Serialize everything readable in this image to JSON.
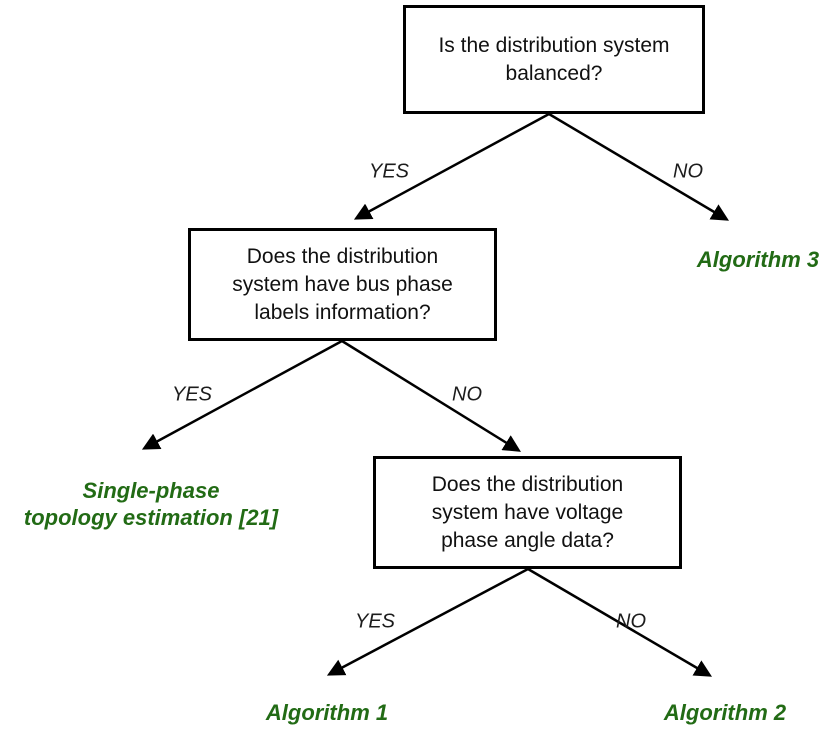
{
  "diagram": {
    "type": "decision-tree",
    "colors": {
      "line": "#000000",
      "box_border": "#000000",
      "box_text": "#111111",
      "edge_label": "#1c1c1c",
      "leaf": "#226b15",
      "background": "#ffffff"
    },
    "nodes": {
      "q1": {
        "lines": [
          "Is the distribution system",
          "balanced?"
        ]
      },
      "q2": {
        "lines": [
          "Does the distribution",
          "system have bus phase",
          "labels information?"
        ]
      },
      "q3": {
        "lines": [
          "Does the distribution",
          "system have voltage",
          "phase angle data?"
        ]
      }
    },
    "edges": {
      "q1_yes": "YES",
      "q1_no": "NO",
      "q2_yes": "YES",
      "q2_no": "NO",
      "q3_yes": "YES",
      "q3_no": "NO"
    },
    "leaves": {
      "algorithm3": "Algorithm 3",
      "single_phase": {
        "lines": [
          "Single-phase",
          "topology estimation [21]"
        ]
      },
      "algorithm1": "Algorithm 1",
      "algorithm2": "Algorithm 2"
    }
  }
}
